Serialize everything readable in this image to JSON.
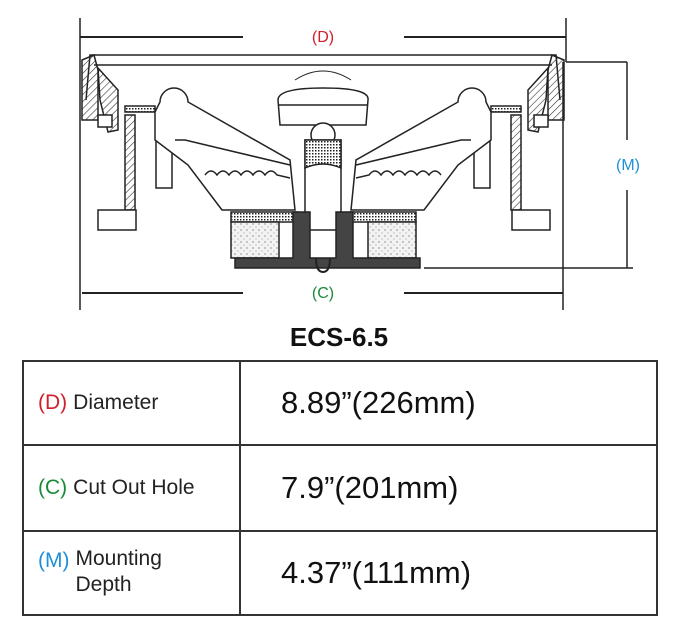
{
  "diagram": {
    "label_d": "(D)",
    "label_c": "(C)",
    "label_m": "(M)"
  },
  "colors": {
    "d": "#d0202a",
    "c": "#1a8a3a",
    "m": "#1e8fd6"
  },
  "title": "ECS-6.5",
  "specs": [
    {
      "code": "(D)",
      "label": "Diameter",
      "value": "8.89”(226mm)"
    },
    {
      "code": "(C)",
      "label": "Cut Out Hole",
      "value": "7.9”(201mm)"
    },
    {
      "code": "(M)",
      "label": "Mounting Depth",
      "value": "4.37”(111mm)"
    }
  ]
}
